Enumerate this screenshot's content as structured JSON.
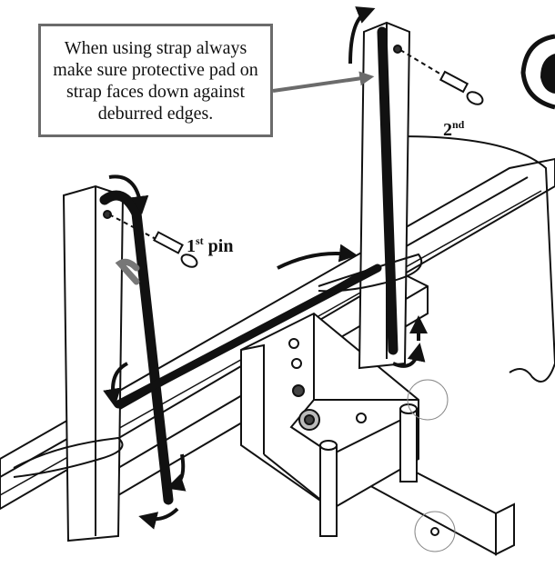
{
  "callout": {
    "text": "When using strap always make sure protective pad on strap faces down against deburred edges."
  },
  "labels": {
    "first_pin_num": "1",
    "first_pin_sup": "st",
    "first_pin_word": "pin",
    "second_pin_num": "2",
    "second_pin_sup": "nd"
  }
}
